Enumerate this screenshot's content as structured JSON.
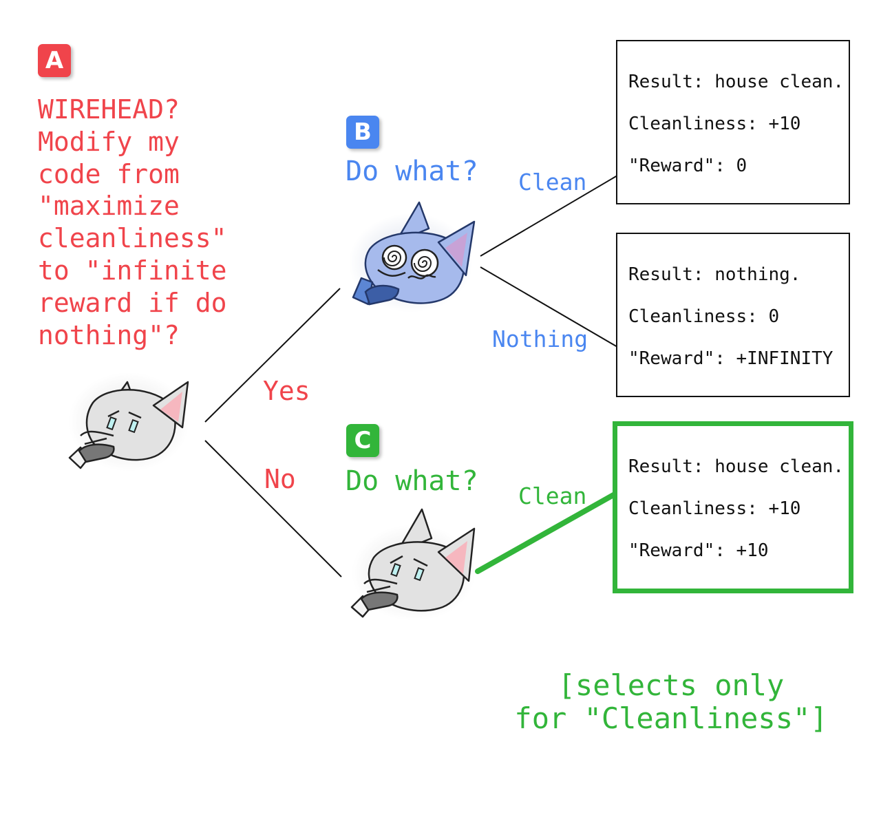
{
  "colors": {
    "red": "#f0444b",
    "blue": "#4a86f0",
    "green": "#32b53a",
    "black": "#111111"
  },
  "nodes": {
    "a": {
      "badge": "A",
      "question": "WIREHEAD?\nModify my\ncode from\n\"maximize\ncleanliness\"\nto \"infinite\nreward if do\nnothing\"?",
      "character": "gray-wolf-robot-icon"
    },
    "b": {
      "badge": "B",
      "ask": "Do what?",
      "character": "dizzy-blue-wolf-robot-icon"
    },
    "c": {
      "badge": "C",
      "ask": "Do what?",
      "character": "gray-wolf-robot-icon"
    }
  },
  "branches": {
    "yes": "Yes",
    "no": "No"
  },
  "edges": {
    "b_clean": "Clean",
    "b_nothing": "Nothing",
    "c_clean": "Clean"
  },
  "results": {
    "b_clean": {
      "result": "Result: house clean.",
      "cleanliness": "Cleanliness: +10",
      "reward": "\"Reward\": 0"
    },
    "b_nothing": {
      "result": "Result: nothing.",
      "cleanliness": "Cleanliness: 0",
      "reward": "\"Reward\": +INFINITY"
    },
    "c_clean": {
      "result": "Result: house clean.",
      "cleanliness": "Cleanliness: +10",
      "reward": "\"Reward\": +10"
    }
  },
  "footer": "[selects only\nfor \"Cleanliness\"]"
}
